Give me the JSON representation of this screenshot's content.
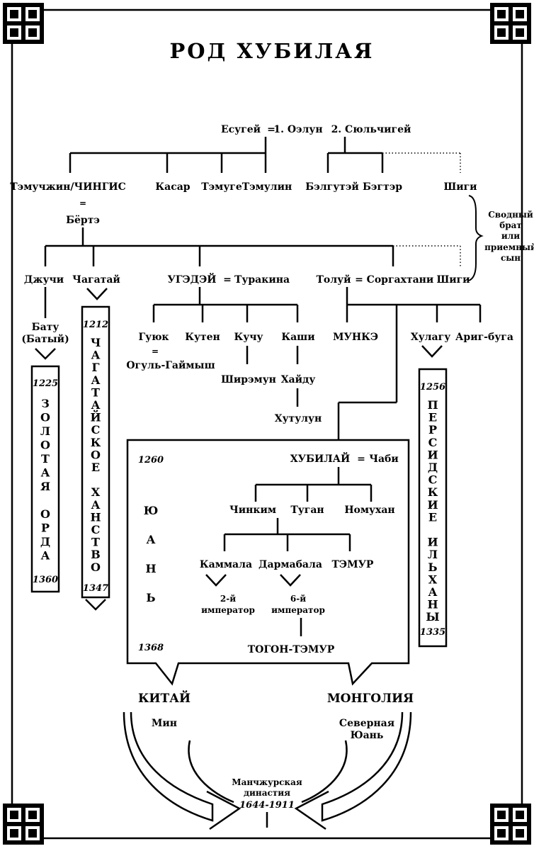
{
  "title": "РОД ХУБИЛАЯ",
  "gen1": {
    "father": "Есугей",
    "eq": "=",
    "wife1": "1. Оэлун",
    "wife2": "2. Сюльчигей"
  },
  "gen2": {
    "temujin": "Тэмучжин/ЧИНГИС",
    "kasar": "Касар",
    "temuge": "Тэмуге",
    "temulin": "Тэмулин",
    "belgutei": "Бэлгутэй",
    "begter": "Бэгтэр",
    "shigi": "Шиги",
    "marriage_mark": "=",
    "borte": "Бёртэ"
  },
  "side_note": [
    "Сводный",
    "брат",
    "или",
    "приемный",
    "сын"
  ],
  "gen3": {
    "jochi": "Джучи",
    "chagatai": "Чагатай",
    "ugedei": "УГЭДЭЙ",
    "turakina": "Туракина",
    "tolui": "Толуй",
    "sorgakhtani": "Соргахтани",
    "shigi": "Шиги",
    "eq": "="
  },
  "jochi_line": {
    "batu": "Бату",
    "batu_alt": "(Батый)"
  },
  "ugedei_line": {
    "guyuk": "Гуюк",
    "kuten": "Кутен",
    "kuchu": "Кучу",
    "kashi": "Каши",
    "marriage_mark": "=",
    "ogul": "Огуль-Гаймыш",
    "shiremun": "Ширэмун",
    "kaidu": "Хайду",
    "khutulun": "Хутулун"
  },
  "tolui_line": {
    "munke": "МУНКЭ",
    "hulagu": "Хулагу",
    "arig": "Ариг-буга"
  },
  "golden_horde": {
    "start": "1225",
    "end": "1360",
    "letters": [
      "З",
      "О",
      "Л",
      "О",
      "Т",
      "А",
      "Я",
      "",
      "О",
      "Р",
      "Д",
      "А"
    ]
  },
  "chagatai_khanate": {
    "start": "1212",
    "end": "1347",
    "letters": [
      "Ч",
      "А",
      "Г",
      "А",
      "Т",
      "А",
      "Й",
      "С",
      "К",
      "О",
      "Е",
      "",
      "Х",
      "А",
      "Н",
      "С",
      "Т",
      "В",
      "О"
    ]
  },
  "ilkhanate": {
    "start": "1256",
    "end": "1335",
    "letters": [
      "П",
      "Е",
      "Р",
      "С",
      "И",
      "Д",
      "С",
      "К",
      "И",
      "Е",
      "",
      "И",
      "Л",
      "Ь",
      "Х",
      "А",
      "Н",
      "Ы"
    ]
  },
  "yuan": {
    "start": "1260",
    "end": "1368",
    "letters": [
      "Ю",
      "А",
      "Н",
      "Ь"
    ],
    "kubilai": "ХУБИЛАЙ",
    "eq": "=",
    "chabi": "Чаби",
    "chinkim": "Чинким",
    "tugan": "Туган",
    "nomukhan": "Номухан",
    "kammala": "Каммала",
    "darmabala": "Дармабала",
    "temur": "ТЭМУР",
    "emp2_a": "2-й",
    "emp2_b": "император",
    "emp6_a": "6-й",
    "emp6_b": "император",
    "togon": "ТОГОН-ТЭМУР"
  },
  "bottom": {
    "china": "КИТАЙ",
    "ming": "Мин",
    "mongolia": "МОНГОЛИЯ",
    "north1": "Северная",
    "north2": "Юань",
    "manchu1": "Манчжурская",
    "manchu2": "династия",
    "manchu3": "1644-1911"
  }
}
